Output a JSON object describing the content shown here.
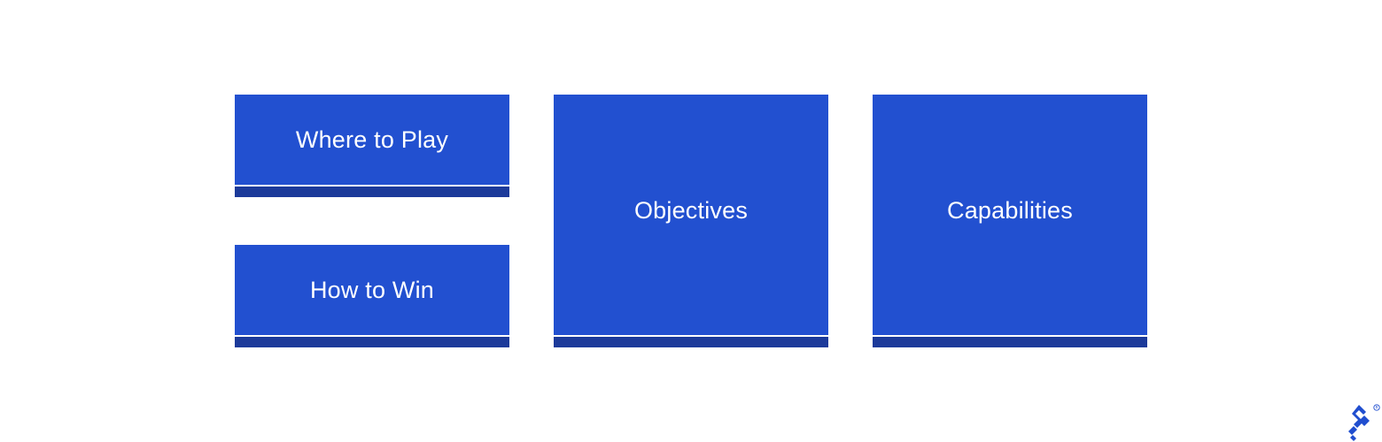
{
  "blocks": {
    "where_to_play": "Where to Play",
    "how_to_win": "How to Win",
    "objectives": "Objectives",
    "capabilities": "Capabilities"
  },
  "colors": {
    "block_face": "#2250d0",
    "block_base": "#1c3a9a",
    "logo": "#204ecf"
  },
  "logo": {
    "icon": "toptal-logo-icon"
  }
}
